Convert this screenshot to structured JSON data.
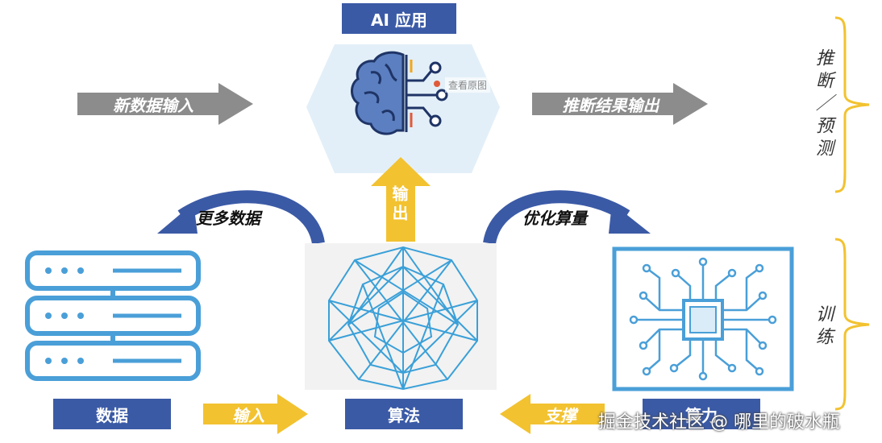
{
  "top": {
    "ai_app_label": "AI 应用",
    "overlay_hint": "查看原图"
  },
  "arrows": {
    "new_data_input": "新数据输入",
    "inference_output": "推断结果输出",
    "output_vertical": "输出",
    "input_bottom": "输入",
    "support_bottom": "支撑"
  },
  "curves": {
    "more_data": "更多数据",
    "optimize_compute": "优化算量"
  },
  "bottom": {
    "data_label": "数据",
    "algorithm_label": "算法",
    "compute_label": "算力"
  },
  "side": {
    "inference_prediction": "推断／预测",
    "training": "训练"
  },
  "watermark": "掘金技术社区 @ 哪里的破水瓶",
  "colors": {
    "blue": "#3b5aa6",
    "yellow": "#f2c230",
    "gray": "#8c8c8c",
    "light_blue": "#4a9fd8"
  }
}
